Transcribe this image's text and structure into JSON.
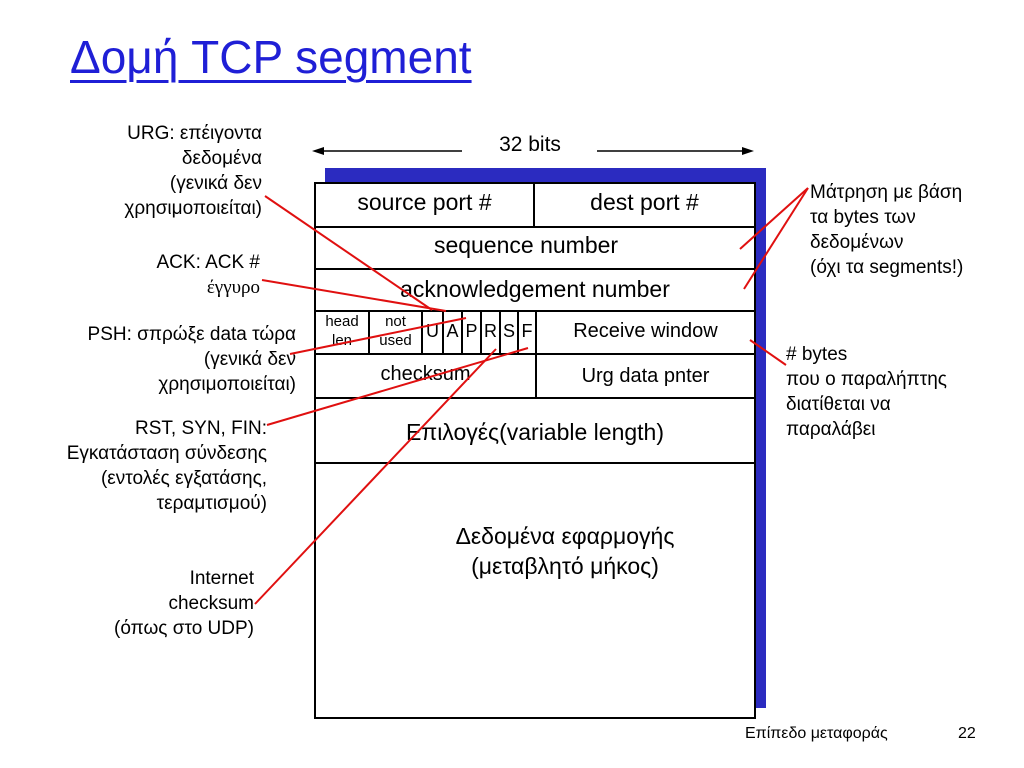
{
  "title": "Δομή TCP segment",
  "width_label": "32 bits",
  "fields": {
    "source_port": "source port #",
    "dest_port": "dest port #",
    "sequence_number": "sequence number",
    "ack_number": "acknowledgement number",
    "head_len": [
      "head",
      "len"
    ],
    "not_used": [
      "not",
      "used"
    ],
    "flags": [
      "U",
      "A",
      "P",
      "R",
      "S",
      "F"
    ],
    "receive_window": "Receive window",
    "checksum": "checksum",
    "urg_pointer": "Urg data pnter",
    "options": "Επιλογές(variable length)",
    "app_data": [
      "Δεδομένα εφαρμογής",
      "(μεταβλητό μήκος)"
    ]
  },
  "annotations": {
    "urg": [
      "URG: επέιγοντα",
      "δεδομένα",
      "(γενικά δεν",
      "χρησιμοποιείται)"
    ],
    "ack": [
      "ACK: ACK #",
      "έγγυρο"
    ],
    "psh": [
      "PSH: σπρώξε data τώρα",
      "(γενικά δεν",
      "χρησιμοποιείται)"
    ],
    "rst_syn_fin": [
      "RST, SYN, FIN:",
      "Εγκατάσταση σύνδεσης",
      "(εντολές εγξατάσης,",
      "τεραμτισμού)"
    ],
    "internet_checksum": [
      "Internet",
      "checksum",
      "(όπως στο UDP)"
    ],
    "byte_count": [
      "Μάτρηση με βάση",
      "τα  bytes των",
      "δεδομένων",
      "(όχι τα segments!)"
    ],
    "rcv_bytes": [
      "# bytes",
      "που ο παραλήπτης",
      "διατίθεται να",
      "παραλάβει"
    ]
  },
  "footer": {
    "chapter": "Επίπεδο μεταφοράς",
    "page": "22"
  },
  "colors": {
    "title": "#1f1fd6",
    "shadow": "#2b2bc0",
    "pointer_lines": "#e01010"
  }
}
